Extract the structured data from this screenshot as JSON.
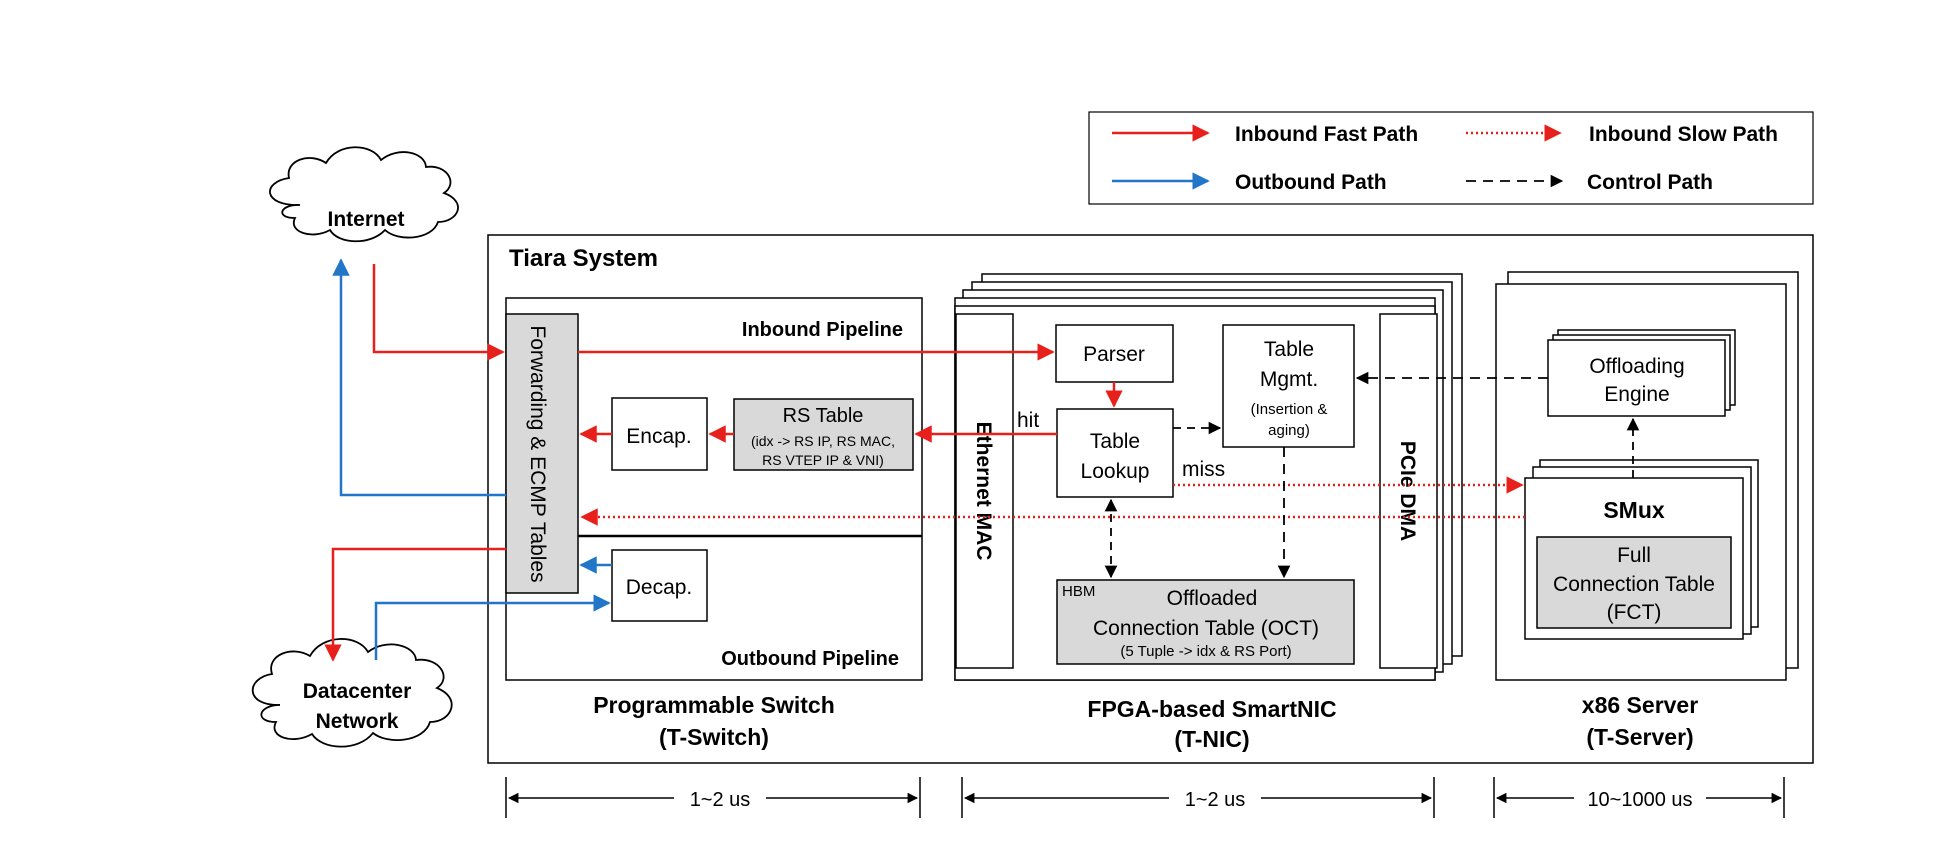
{
  "legend": {
    "inbound_fast": "Inbound Fast Path",
    "inbound_slow": "Inbound Slow Path",
    "outbound": "Outbound Path",
    "control": "Control Path"
  },
  "colors": {
    "inbound": "#e8201c",
    "outbound": "#2176c7",
    "control": "#000000",
    "shaded_box": "#d9d9d9"
  },
  "clouds": {
    "internet": "Internet",
    "datacenter_line1": "Datacenter",
    "datacenter_line2": "Network"
  },
  "system_title": "Tiara System",
  "switch": {
    "inbound_pipeline": "Inbound Pipeline",
    "outbound_pipeline": "Outbound Pipeline",
    "forwarding_tables": "Forwarding & ECMP Tables",
    "encap": "Encap.",
    "decap": "Decap.",
    "rs_table_title": "RS Table",
    "rs_table_line1": "(idx -> RS IP, RS MAC,",
    "rs_table_line2": "RS VTEP IP & VNI)",
    "caption_line1": "Programmable Switch",
    "caption_line2": "(T-Switch)"
  },
  "nic": {
    "ethernet_mac": "Ethernet MAC",
    "pcie_dma": "PCIe DMA",
    "parser": "Parser",
    "table_lookup_line1": "Table",
    "table_lookup_line2": "Lookup",
    "table_mgmt_line1": "Table",
    "table_mgmt_line2": "Mgmt.",
    "table_mgmt_line3": "(Insertion &",
    "table_mgmt_line4": "aging)",
    "hbm": "HBM",
    "oct_line1": "Offloaded",
    "oct_line2": "Connection Table (OCT)",
    "oct_line3": "(5 Tuple -> idx & RS Port)",
    "hit": "hit",
    "miss": "miss",
    "caption_line1": "FPGA-based SmartNIC",
    "caption_line2": "(T-NIC)"
  },
  "server": {
    "offloading_line1": "Offloading",
    "offloading_line2": "Engine",
    "smux": "SMux",
    "fct_line1": "Full",
    "fct_line2": "Connection Table",
    "fct_line3": "(FCT)",
    "caption_line1": "x86 Server",
    "caption_line2": "(T-Server)"
  },
  "latency": {
    "switch": "1~2 us",
    "nic": "1~2 us",
    "server": "10~1000 us"
  }
}
